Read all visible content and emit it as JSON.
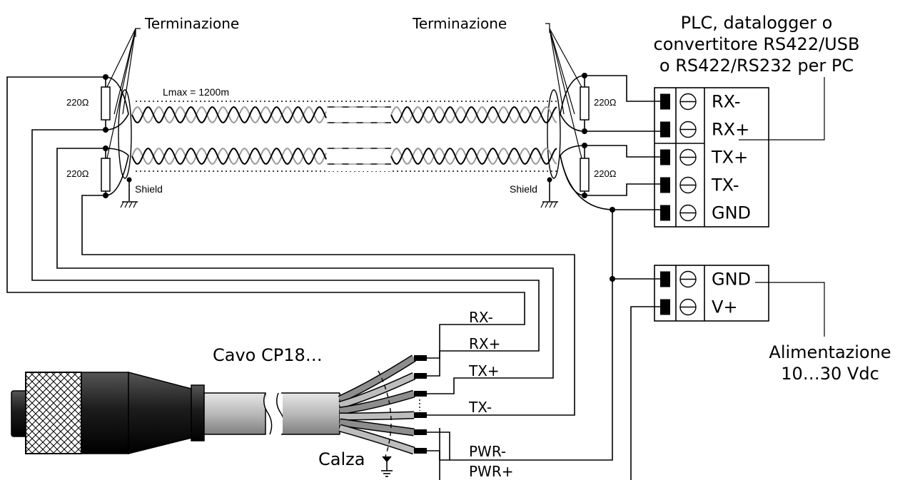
{
  "labels": {
    "termination_left": "Terminazione",
    "termination_right": "Terminazione",
    "plc_line1": "PLC, datalogger o",
    "plc_line2": "convertitore RS422/USB",
    "plc_line3": "o RS422/RS232 per PC",
    "lmax": "Lmax = 1200m",
    "resistor": "220Ω",
    "shield": "Shield",
    "cable": "Cavo CP18…",
    "braid": "Calza",
    "power_line1": "Alimentazione",
    "power_line2": "10…30 Vdc"
  },
  "plc_terminals": [
    "RX-",
    "RX+",
    "TX+",
    "TX-",
    "GND"
  ],
  "power_terminals": [
    "GND",
    "V+"
  ],
  "wire_labels": [
    "RX-",
    "RX+",
    "TX+",
    "TX-",
    "PWR-",
    "PWR+"
  ],
  "colors": {
    "ink": "#000000",
    "gray_wire": "#9a9a9a",
    "cable_gray": "#c8c8c8",
    "plug_dark": "#1a1a1a"
  }
}
